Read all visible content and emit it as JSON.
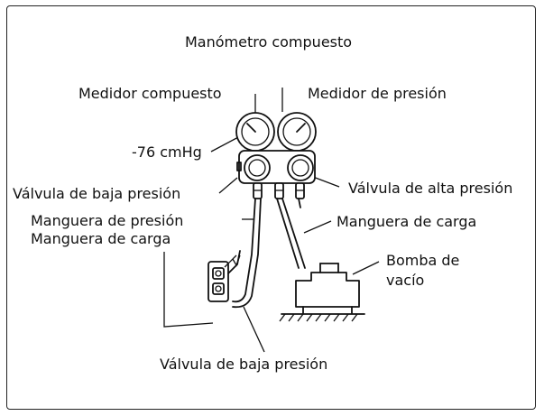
{
  "title": "Manómetro compuesto",
  "labels": {
    "compound_gauge": "Medidor compuesto",
    "pressure_gauge": "Medidor de presión",
    "vacuum_reading": "-76 cmHg",
    "low_valve": "Válvula de baja presión",
    "high_valve": "Válvula de alta presión",
    "pressure_hose": "Manguera de presión",
    "charge_hose_left": "Manguera de carga",
    "charge_hose_right": "Manguera de carga",
    "vacuum_pump_line1": "Bomba de",
    "vacuum_pump_line2": "vacío",
    "bottom_valve": "Válvula de baja presión"
  }
}
